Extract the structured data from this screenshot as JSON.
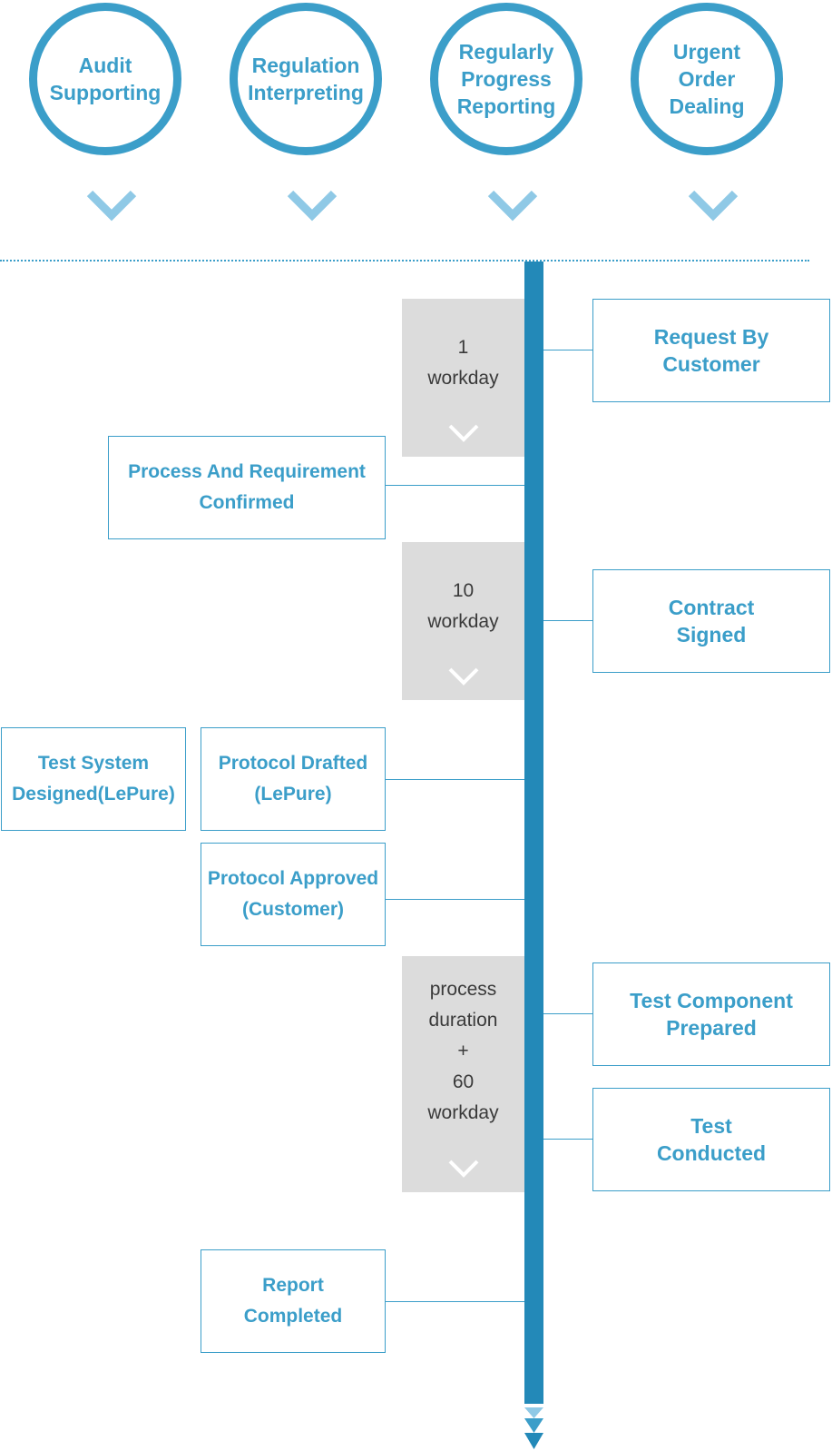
{
  "services": [
    {
      "label": "Audit\nSupporting"
    },
    {
      "label": "Regulation\nInterpreting"
    },
    {
      "label": "Regularly\nProgress\nReporting"
    },
    {
      "label": "Urgent\nOrder\nDealing"
    }
  ],
  "durations": [
    {
      "label": "1\nworkday"
    },
    {
      "label": "10\nworkday"
    },
    {
      "label": "process\nduration\n+\n60\nworkday"
    }
  ],
  "steps": {
    "request": "Request By\nCustomer",
    "process_confirmed": "Process And Requirement\nConfirmed",
    "contract": "Contract\nSigned",
    "test_system": "Test System\nDesigned(LePure)",
    "protocol_drafted": "Protocol Drafted\n(LePure)",
    "protocol_approved": "Protocol Approved\n(Customer)",
    "component": "Test Component\nPrepared",
    "conducted": "Test\nConducted",
    "report": "Report\nCompleted"
  },
  "colors": {
    "accent": "#3b9ec9",
    "axis": "#2389b8",
    "chevron": "#8fc9e6",
    "duration_bg": "#dcdcdc"
  }
}
